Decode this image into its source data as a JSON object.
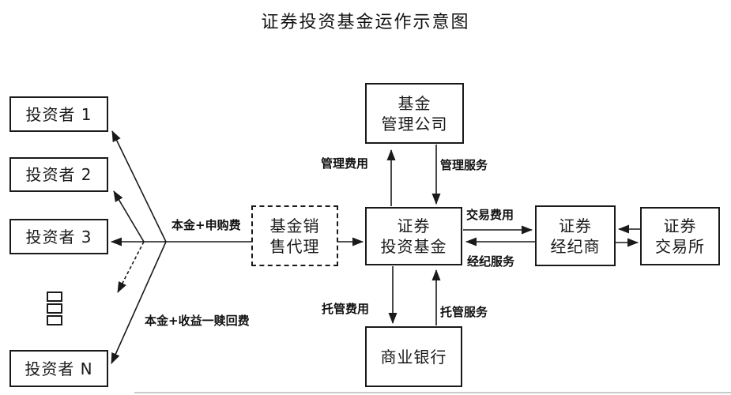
{
  "title": "证券投资基金运作示意图",
  "nodes": {
    "investor1": {
      "label": "投资者 1"
    },
    "investor2": {
      "label": "投资者 2"
    },
    "investor3": {
      "label": "投资者 3"
    },
    "investorN": {
      "label": "投资者 N"
    },
    "sales_agent": {
      "line1": "基金销",
      "line2": "售代理"
    },
    "management": {
      "line1": "基金",
      "line2": "管理公司"
    },
    "fund": {
      "line1": "证券",
      "line2": "投资基金"
    },
    "bank": {
      "label": "商业银行"
    },
    "broker": {
      "line1": "证券",
      "line2": "经纪商"
    },
    "exchange": {
      "line1": "证券",
      "line2": "交易所"
    }
  },
  "edge_labels": {
    "principal_subscription": "本金+申购费",
    "principal_income_redemption": "本金+收益一赎回费",
    "management_fee": "管理费用",
    "management_service": "管理服务",
    "transaction_fee": "交易费用",
    "brokerage_service": "经纪服务",
    "custody_fee": "托管费用",
    "custody_service": "托管服务"
  },
  "colors": {
    "line": "#1a1a1a",
    "box_border": "#1a1a1a",
    "background": "#ffffff",
    "text": "#111111"
  }
}
